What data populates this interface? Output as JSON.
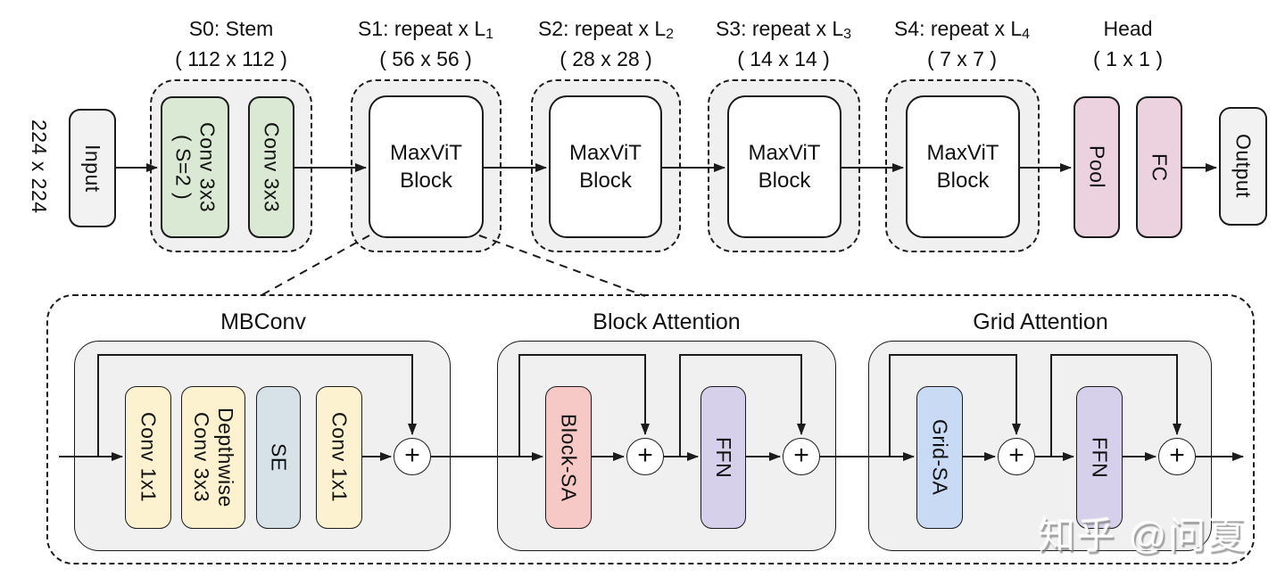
{
  "diagram": {
    "input_size_label": "224 x 224",
    "input_label": "Input",
    "output_label": "Output",
    "pool_label": "Pool",
    "fc_label": "FC",
    "maxvit_block": {
      "line1": "MaxViT",
      "line2": "Block"
    },
    "stages": [
      {
        "title": "S0: Stem",
        "sub": "",
        "size": "( 112 x 112 )"
      },
      {
        "title": "S1: repeat x L",
        "sub": "1",
        "size": "( 56 x 56 )"
      },
      {
        "title": "S2: repeat x L",
        "sub": "2",
        "size": "( 28 x 28 )"
      },
      {
        "title": "S3: repeat x L",
        "sub": "3",
        "size": "( 14 x 14 )"
      },
      {
        "title": "S4: repeat x L",
        "sub": "4",
        "size": "( 7 x 7 )"
      },
      {
        "title": "Head",
        "sub": "",
        "size": "( 1 x 1 )"
      }
    ],
    "stem": {
      "conv1_line1": "Conv 3x3",
      "conv1_line2": "( S=2 )",
      "conv2": "Conv 3x3"
    },
    "detail": {
      "mbconv": {
        "title": "MBConv",
        "conv_in": "Conv 1x1",
        "dw_line1": "Depthwise",
        "dw_line2": "Conv 3x3",
        "se": "SE",
        "conv_out": "Conv 1x1",
        "plus": "+"
      },
      "block_attention": {
        "title": "Block Attention",
        "sa": "Block-SA",
        "ffn": "FFN",
        "plus1": "+",
        "plus2": "+"
      },
      "grid_attention": {
        "title": "Grid Attention",
        "sa": "Grid-SA",
        "ffn": "FFN",
        "plus1": "+",
        "plus2": "+"
      }
    },
    "watermark": "知乎 @问夏",
    "colors": {
      "stem_conv": "#d9e9d3",
      "mbconv_conv": "#fdf2cf",
      "se": "#d6e2e7",
      "head": "#ecd2de",
      "block_sa": "#f6c9c7",
      "ffn": "#d7d0ea",
      "grid_sa": "#c9daf5",
      "container_gray": "#f0f0f1",
      "io_box": "#f2f2f2",
      "line": "#1b1b1b"
    }
  }
}
